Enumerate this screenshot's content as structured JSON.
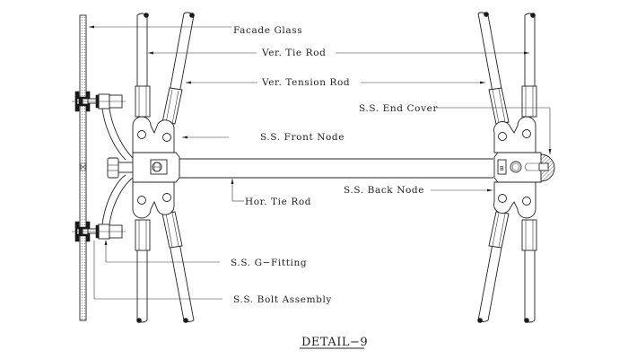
{
  "drawing": {
    "title": "DETAIL−9",
    "labels": {
      "facade_glass": "Facade Glass",
      "ver_tie_rod": "Ver. Tie Rod",
      "ver_tension_rod": "Ver. Tension Rod",
      "ss_end_cover": "S.S. End Cover",
      "ss_front_node": "S.S. Front Node",
      "hor_tie_rod": "Hor. Tie Rod",
      "ss_back_node": "S.S. Back Node",
      "ss_g_fitting": "S.S. G−Fitting",
      "ss_bolt_assembly": "S.S. Bolt Assembly"
    },
    "node_marks": {
      "back_node_letter": "B"
    }
  }
}
